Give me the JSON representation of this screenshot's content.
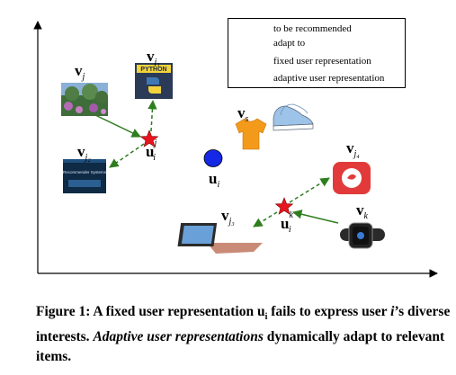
{
  "legend": {
    "recommended": "to be recommended",
    "adapt": "adapt to",
    "fixed": "fixed user representation",
    "adaptive": "adaptive user representation"
  },
  "labels": {
    "vj": {
      "base": "v",
      "sub": "j"
    },
    "vj1": {
      "base": "v",
      "sub": "j₁"
    },
    "vj2": {
      "base": "v",
      "sub": "j₂"
    },
    "vj3": {
      "base": "v",
      "sub": "j₃"
    },
    "vj4": {
      "base": "v",
      "sub": "j₄"
    },
    "vk": {
      "base": "v",
      "sub": "k"
    },
    "vs": {
      "base": "v",
      "sub": "s"
    },
    "ui": {
      "base": "u",
      "sub": "i"
    },
    "uij": {
      "base": "u",
      "sub": "i",
      "sup": "j"
    },
    "uik": {
      "base": "u",
      "sub": "i",
      "sup": "k"
    }
  },
  "items": {
    "python_book": "PYTHON",
    "recsys_book": "Recommender Systems"
  },
  "caption": {
    "prefix": "Figure 1: A fixed user representation u",
    "sub": "i",
    "mid1": " fails to express user ",
    "ivar": "i",
    "mid2": "’s diverse interests. ",
    "italic": "Adaptive user representations",
    "suffix": " dynamically adapt to relevant items."
  },
  "colors": {
    "arrow": "#2e7d1e",
    "star": "#e8141e",
    "fixed_dot": "#1428e6",
    "shirt": "#f39a1a",
    "watch_face": "#222222"
  }
}
